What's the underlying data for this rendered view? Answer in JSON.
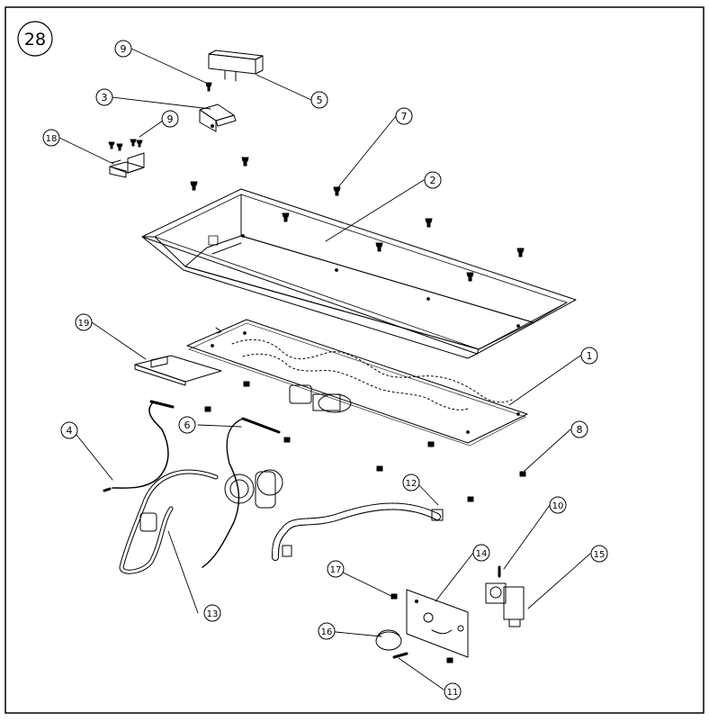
{
  "page_number": "28",
  "callouts": {
    "c1": "1",
    "c2": "2",
    "c3": "3",
    "c4": "4",
    "c5": "5",
    "c6": "6",
    "c7": "7",
    "c8": "8",
    "c9a": "9",
    "c9b": "9",
    "c10": "10",
    "c11": "11",
    "c12": "12",
    "c13": "13",
    "c14": "14",
    "c15": "15",
    "c16": "16",
    "c17": "17",
    "c18": "18",
    "c19": "19"
  },
  "colors": {
    "line": "#000000",
    "background": "#ffffff"
  }
}
